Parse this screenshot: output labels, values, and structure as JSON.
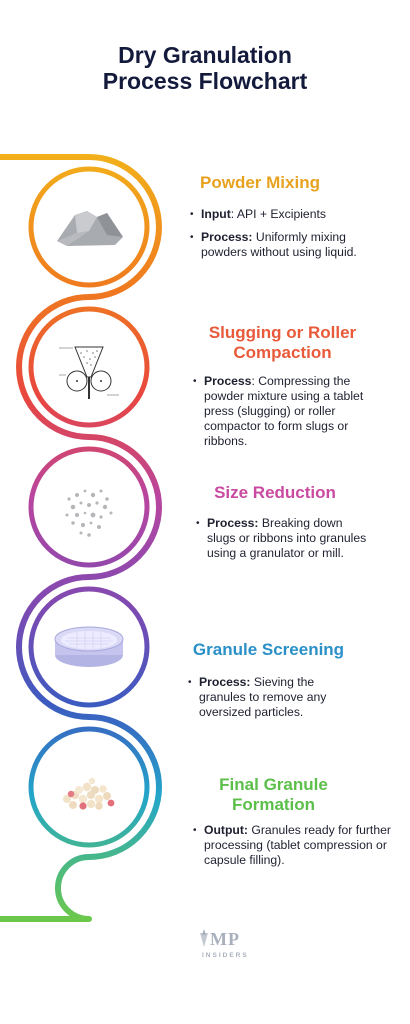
{
  "title_line1": "Dry Granulation",
  "title_line2": "Process Flowchart",
  "steps": [
    {
      "title": "Powder Mixing",
      "color": "#e7a21f",
      "icon": "powder-pile-icon",
      "bullets": [
        {
          "label": "Input",
          "text": ": API + Excipients"
        },
        {
          "label": "Process:",
          "text": " Uniformly mixing powders without using liquid."
        }
      ]
    },
    {
      "title_line1": "Slugging or Roller",
      "title_line2": "Compaction",
      "color": "#e85a3a",
      "icon": "roller-compactor-icon",
      "bullets": [
        {
          "label": "Process",
          "text": ": Compressing the powder mixture using a tablet press (slugging) or roller compactor to form slugs or ribbons."
        }
      ]
    },
    {
      "title": "Size Reduction",
      "color": "#c94aa0",
      "icon": "granules-scatter-icon",
      "bullets": [
        {
          "label": "Process:",
          "text": " Breaking down slugs or ribbons into granules using a granulator or mill."
        }
      ]
    },
    {
      "title": "Granule Screening",
      "color": "#2a90c8",
      "icon": "sieve-icon",
      "bullets": [
        {
          "label": "Process:",
          "text": " Sieving the granules to remove any oversized particles."
        }
      ]
    },
    {
      "title_line1": "Final Granule",
      "title_line2": "Formation",
      "color": "#5bbf4a",
      "icon": "granules-pile-icon",
      "bullets": [
        {
          "label": "Output:",
          "text": " Granules ready for further processing (tablet compression or capsule filling)."
        }
      ]
    }
  ],
  "logo": {
    "text": "MP",
    "subtext": "INSIDERS"
  }
}
